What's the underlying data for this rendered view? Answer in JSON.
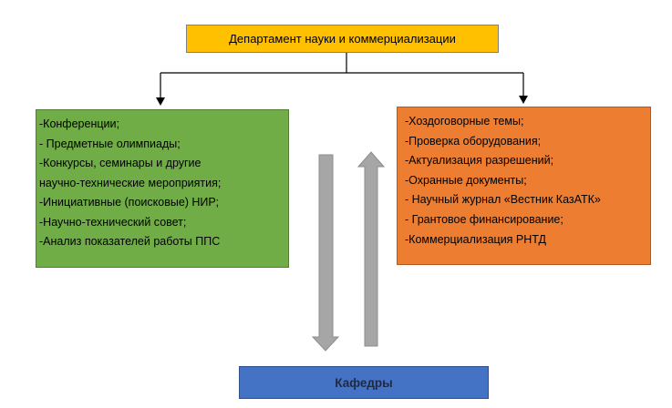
{
  "top": {
    "title": "Департамент науки и коммерциализации"
  },
  "left_list": {
    "items": [
      "-Конференции;",
      "- Предметные олимпиады;",
      "-Конкурсы,  семинары и другие",
      "научно-технические мероприятия;",
      "-Инициативные (поисковые) НИР;",
      "-Научно-технический совет;",
      "-Анализ показателей работы ППС"
    ]
  },
  "right_list": {
    "items": [
      "-Хоздоговорные темы;",
      "-Проверка оборудования;",
      "-Актуализация разрешений;",
      "-Охранные документы;",
      "- Научный журнал «Вестник КазАТК»",
      "- Грантовое финансирование;",
      "-Коммерциализация РНТД"
    ]
  },
  "bottom": {
    "title": "Кафедры"
  },
  "colors": {
    "top_box": "#ffc000",
    "left_box": "#70ad47",
    "right_box": "#ed7d31",
    "bottom_box": "#4472c4",
    "arrows": "#a6a6a6"
  }
}
